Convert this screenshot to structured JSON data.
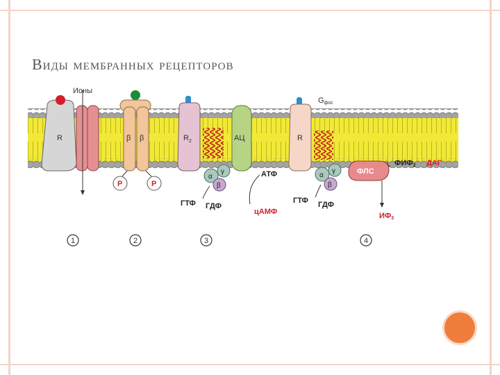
{
  "title": "Виды мембранных рецепторов",
  "labels": {
    "ions": "Ионы",
    "r1": "R",
    "beta1": "β",
    "beta2": "β",
    "r2_main": "R",
    "r2_sub": "2",
    "ac": "АЦ",
    "r4": "R",
    "gq_main": "G",
    "gq_sub": "фос",
    "p1": "P",
    "p2": "P",
    "alpha3": "α",
    "gamma3": "γ",
    "beta3": "β",
    "alpha4": "α",
    "gamma4": "γ",
    "beta4": "β",
    "gtp3": "ГТФ",
    "gdp3": "ГДФ",
    "atp": "АТФ",
    "camp": "цАМФ",
    "gtp4": "ГТФ",
    "gdp4": "ГДФ",
    "pip2_main": "ФИФ",
    "pip2_sub": "2",
    "dag": "ДАГ",
    "plc": "ФЛС",
    "ip3_main": "ИФ",
    "ip3_sub": "3",
    "n1": "1",
    "n2": "2",
    "n3": "3",
    "n4": "4"
  },
  "colors": {
    "lipid_tail": "#f1e936",
    "head": "#a3a3a3",
    "receptor_r": "#d6d6d6",
    "ion_channel": "#e58f93",
    "beta_protein": "#f3c59b",
    "r2": "#e6c3d3",
    "adenylate": "#b7d484",
    "g_protein": "#a9c9bd",
    "plc": "#e88a8c",
    "accent_red": "#d21f2b"
  }
}
